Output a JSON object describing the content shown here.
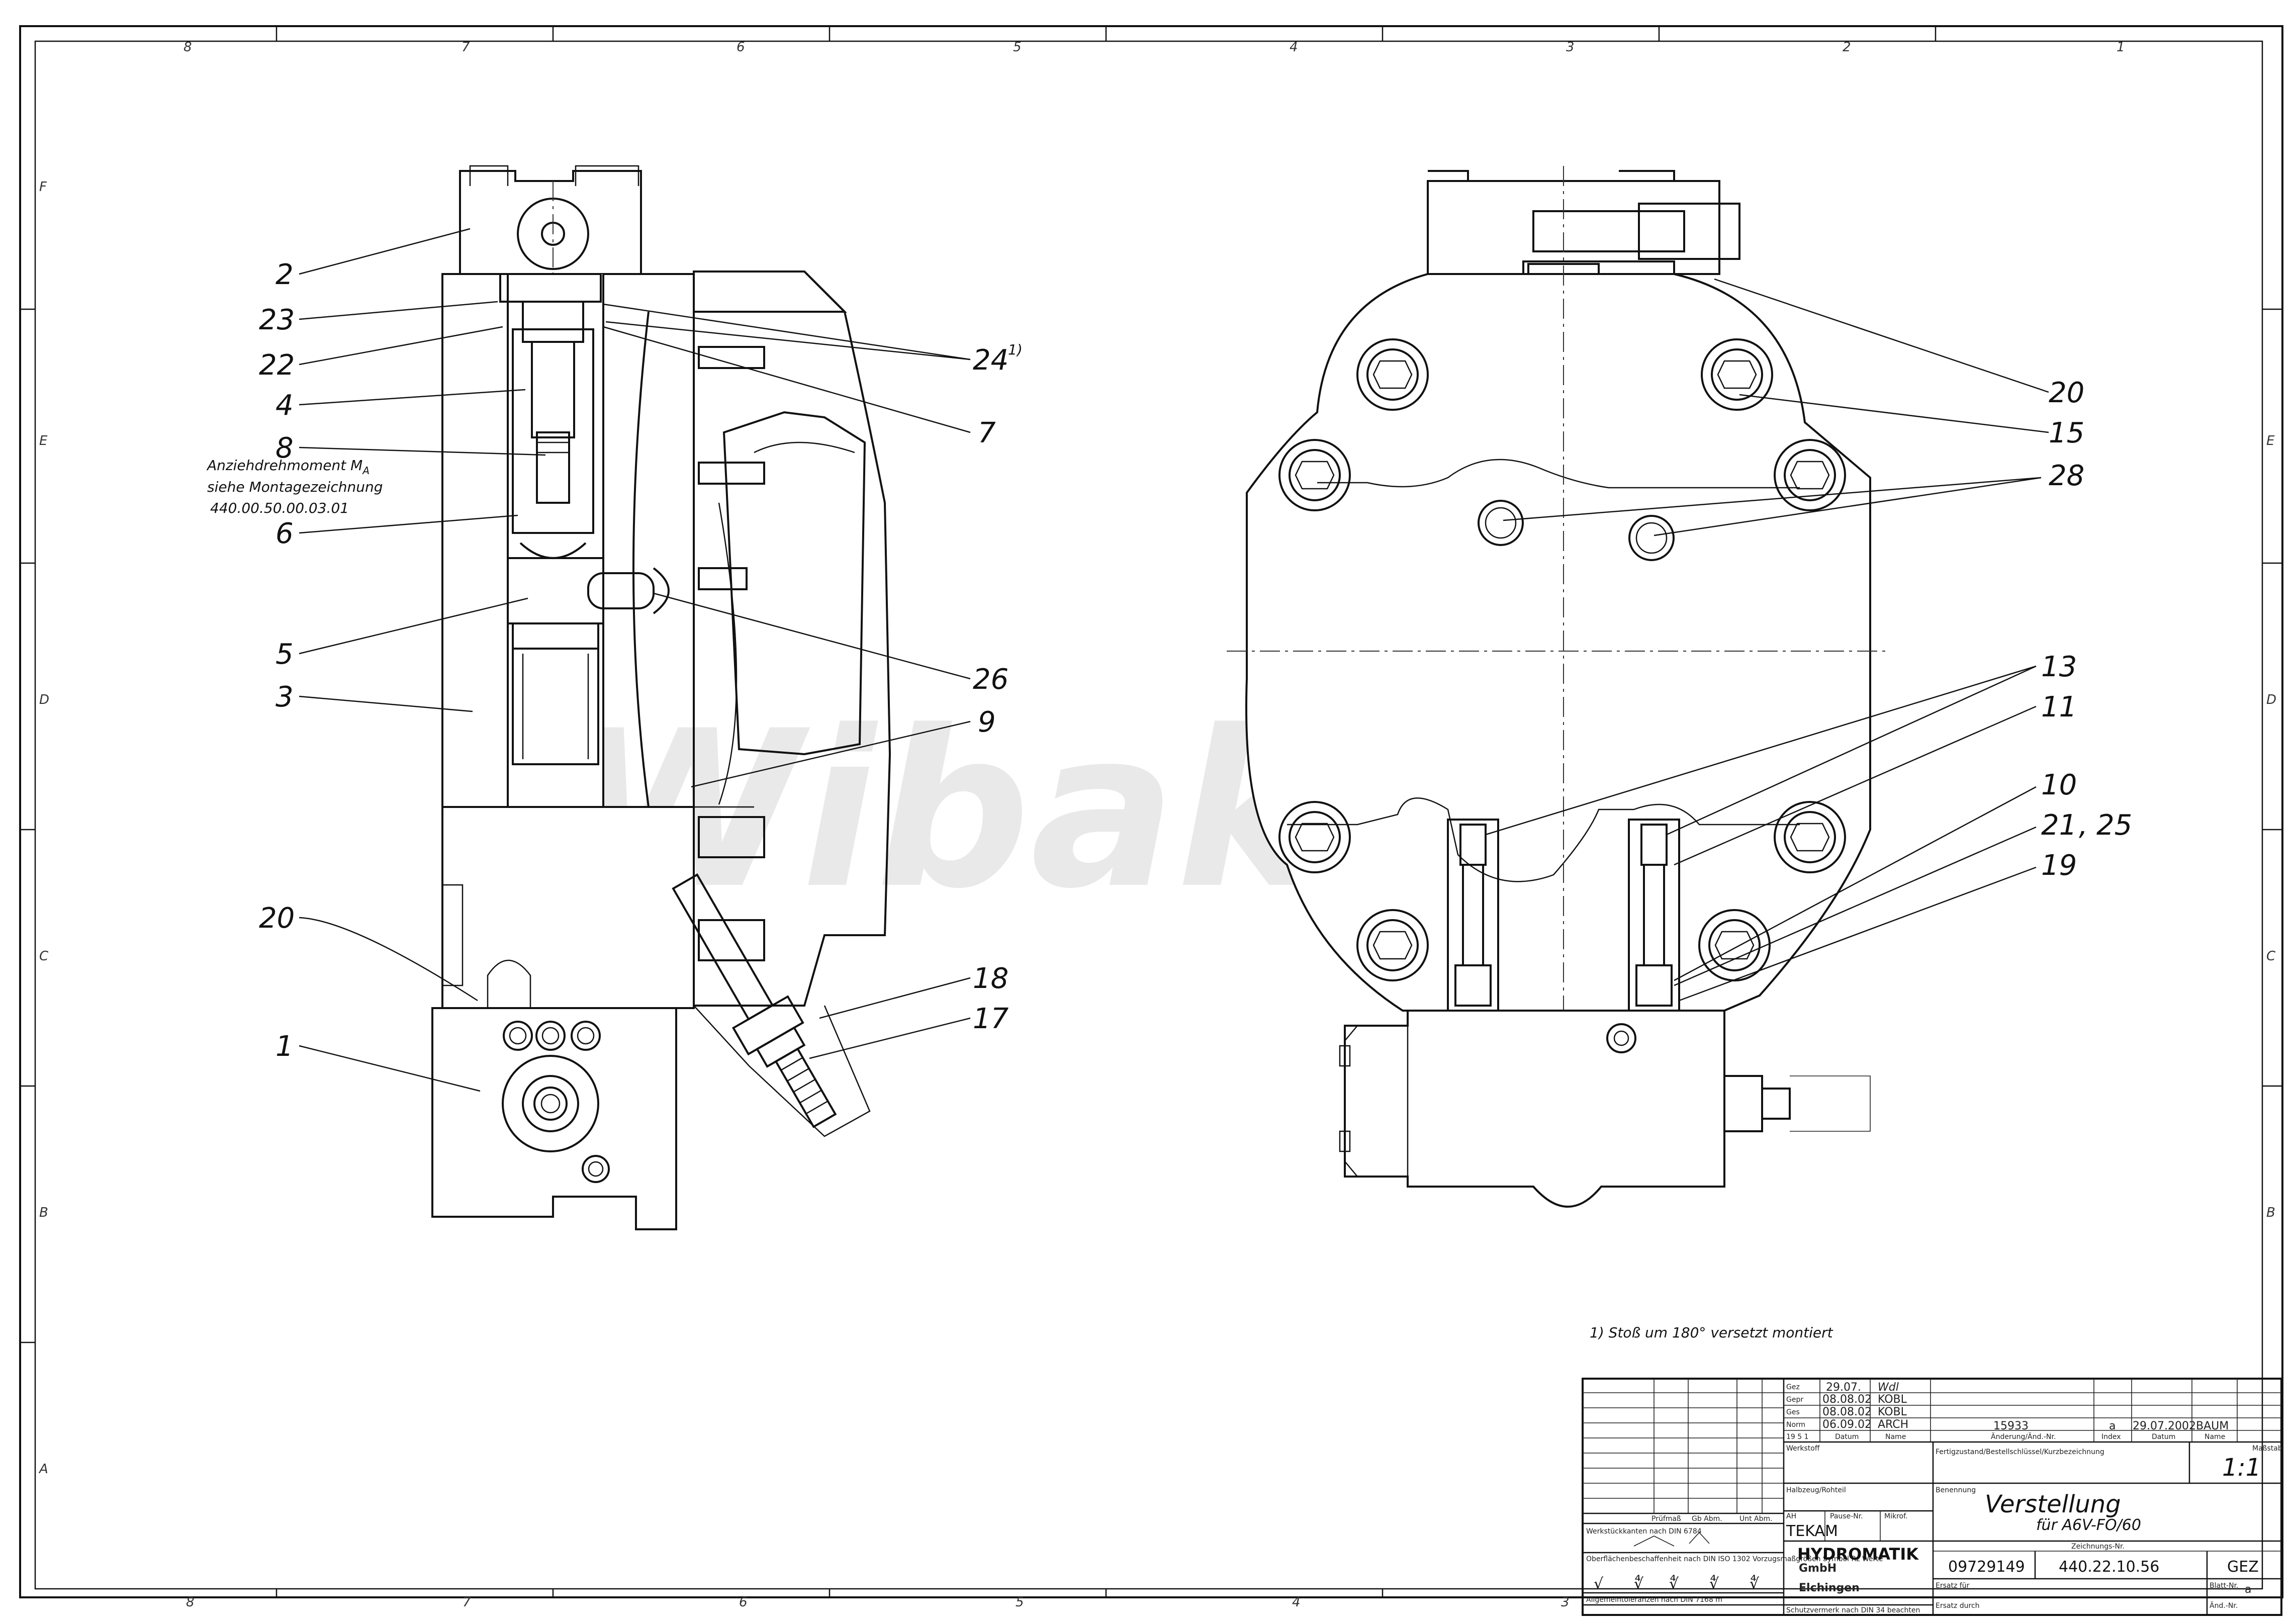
{
  "watermark": "Wibako",
  "zones": {
    "top": [
      "8",
      "7",
      "6",
      "5",
      "4",
      "3",
      "2",
      "1"
    ],
    "bottom": [
      "8",
      "7",
      "6",
      "5",
      "4",
      "3"
    ],
    "left": [
      "F",
      "E",
      "D",
      "C",
      "B",
      "A"
    ],
    "right": [
      "E",
      "D",
      "C",
      "B"
    ]
  },
  "callouts": {
    "left_view": [
      "2",
      "23",
      "22",
      "4",
      "8",
      "6",
      "5",
      "3",
      "20",
      "1"
    ],
    "middle": [
      "24",
      "7",
      "26",
      "9",
      "18",
      "17"
    ],
    "right_view": [
      "20",
      "15",
      "28",
      "13",
      "11",
      "10",
      "21",
      "25",
      "19"
    ],
    "superscript_24": "1)",
    "comma": ","
  },
  "notes": {
    "torque_line1": "Anziehdrehmoment M",
    "torque_sub": "A",
    "torque_line2": "siehe Montagezeichnung",
    "torque_line3": "440.00.50.00.03.01",
    "footnote": "1) Stoß um 180° versetzt montiert"
  },
  "title_block": {
    "rows": [
      {
        "label": "Gez",
        "date": "29.07.",
        "name": "Wdl"
      },
      {
        "label": "Gepr",
        "date": "08.08.02",
        "name": "KOBL"
      },
      {
        "label": "Ges",
        "date": "08.08.02",
        "name": "KOBL"
      },
      {
        "label": "Norm",
        "date": "06.09.02",
        "name": "ARCH"
      },
      {
        "label": "19 5 1",
        "date": "Datum",
        "name": "Name"
      }
    ],
    "change_no": "15933",
    "change_index": "a",
    "change_date": "29.07.2002",
    "change_name": "BAUM",
    "change_headers": [
      "Änderung/Änd.-Nr.",
      "Index",
      "Datum",
      "Name"
    ],
    "werkstoff_label": "Werkstoff",
    "fertigzustand_label": "Fertigzustand/Bestellschlüssel/Kurzbezeichnung",
    "masstab_label": "Maßstab",
    "scale": "1:1",
    "halbzeug_label": "Halbzeug/Rohteil",
    "benennung_label": "Benennung",
    "title": "Verstellung",
    "subtitle": "für A6V-FO/60",
    "ah_label": "AH",
    "pause_label": "Pause-Nr.",
    "mikrof_label": "Mikrof.",
    "ah_value": "TEKAM",
    "company": "HYDROMATIK",
    "company_form": "GmbH",
    "company_city": "Elchingen",
    "zeichnungs_label": "Zeichnungs-Nr.",
    "order_no": "09729149",
    "drawing_no": "440.22.10.56",
    "status": "GEZ",
    "ersatz_fuer": "Ersatz für",
    "ersatz_durch": "Ersatz durch",
    "sheet_label": "Blatt-Nr.",
    "aend_label": "Änd.-Nr.",
    "aend_value": "a",
    "pruefmass_label": "Prüfmaß",
    "gb_abm_label": "Gb Abm.",
    "unt_abm_label": "Unt Abm.",
    "werkstueck_label": "Werkstückkanten nach DIN 6784",
    "oberflaeche_label": "Oberflächenbeschaffenheit nach DIN ISO 1302 Vorzugsmaßgrößen Symbol Rz Werte",
    "allgemein_label": "Allgemeintoleranzen nach DIN 7168 m",
    "schutz_label": "Schutzvermerk nach DIN 34 beachten",
    "surface_symbols": [
      "√",
      "∜",
      "∜",
      "∜",
      "∜"
    ]
  }
}
